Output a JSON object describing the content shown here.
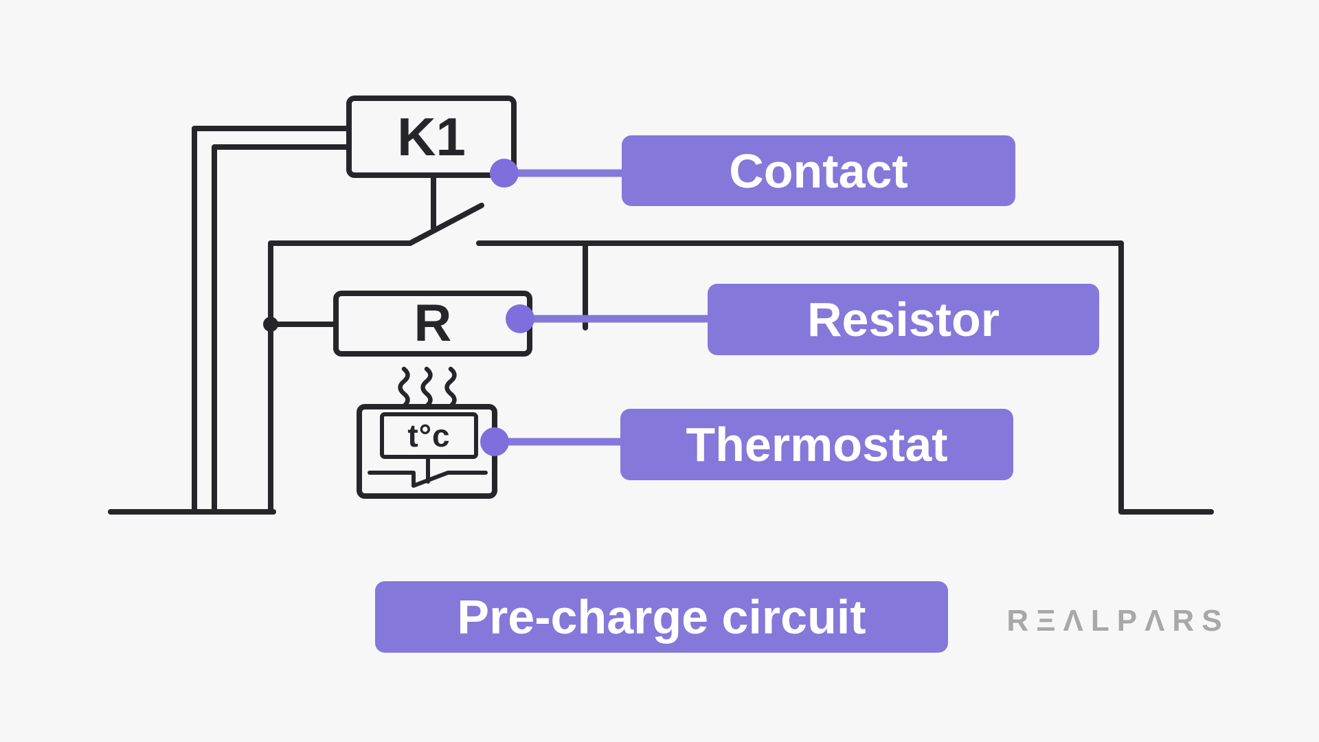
{
  "diagram": {
    "relay_box_label": "K1",
    "resistor_box_label": "R",
    "thermostat_symbol_text": "t°c",
    "callouts": [
      {
        "label": "Contact"
      },
      {
        "label": "Resistor"
      },
      {
        "label": "Thermostat"
      }
    ],
    "caption": "Pre-charge circuit"
  },
  "branding": {
    "logo_text": "REALPARS",
    "logo_display": "RΞΛLPΛRS"
  },
  "colors": {
    "background": "#f7f7f8",
    "wire_dark": "#26262a",
    "accent_purple": "#8478da",
    "connector_purple": "#7e6fdc",
    "label_text": "#ffffff",
    "logo_gray": "#a8a8a8"
  }
}
